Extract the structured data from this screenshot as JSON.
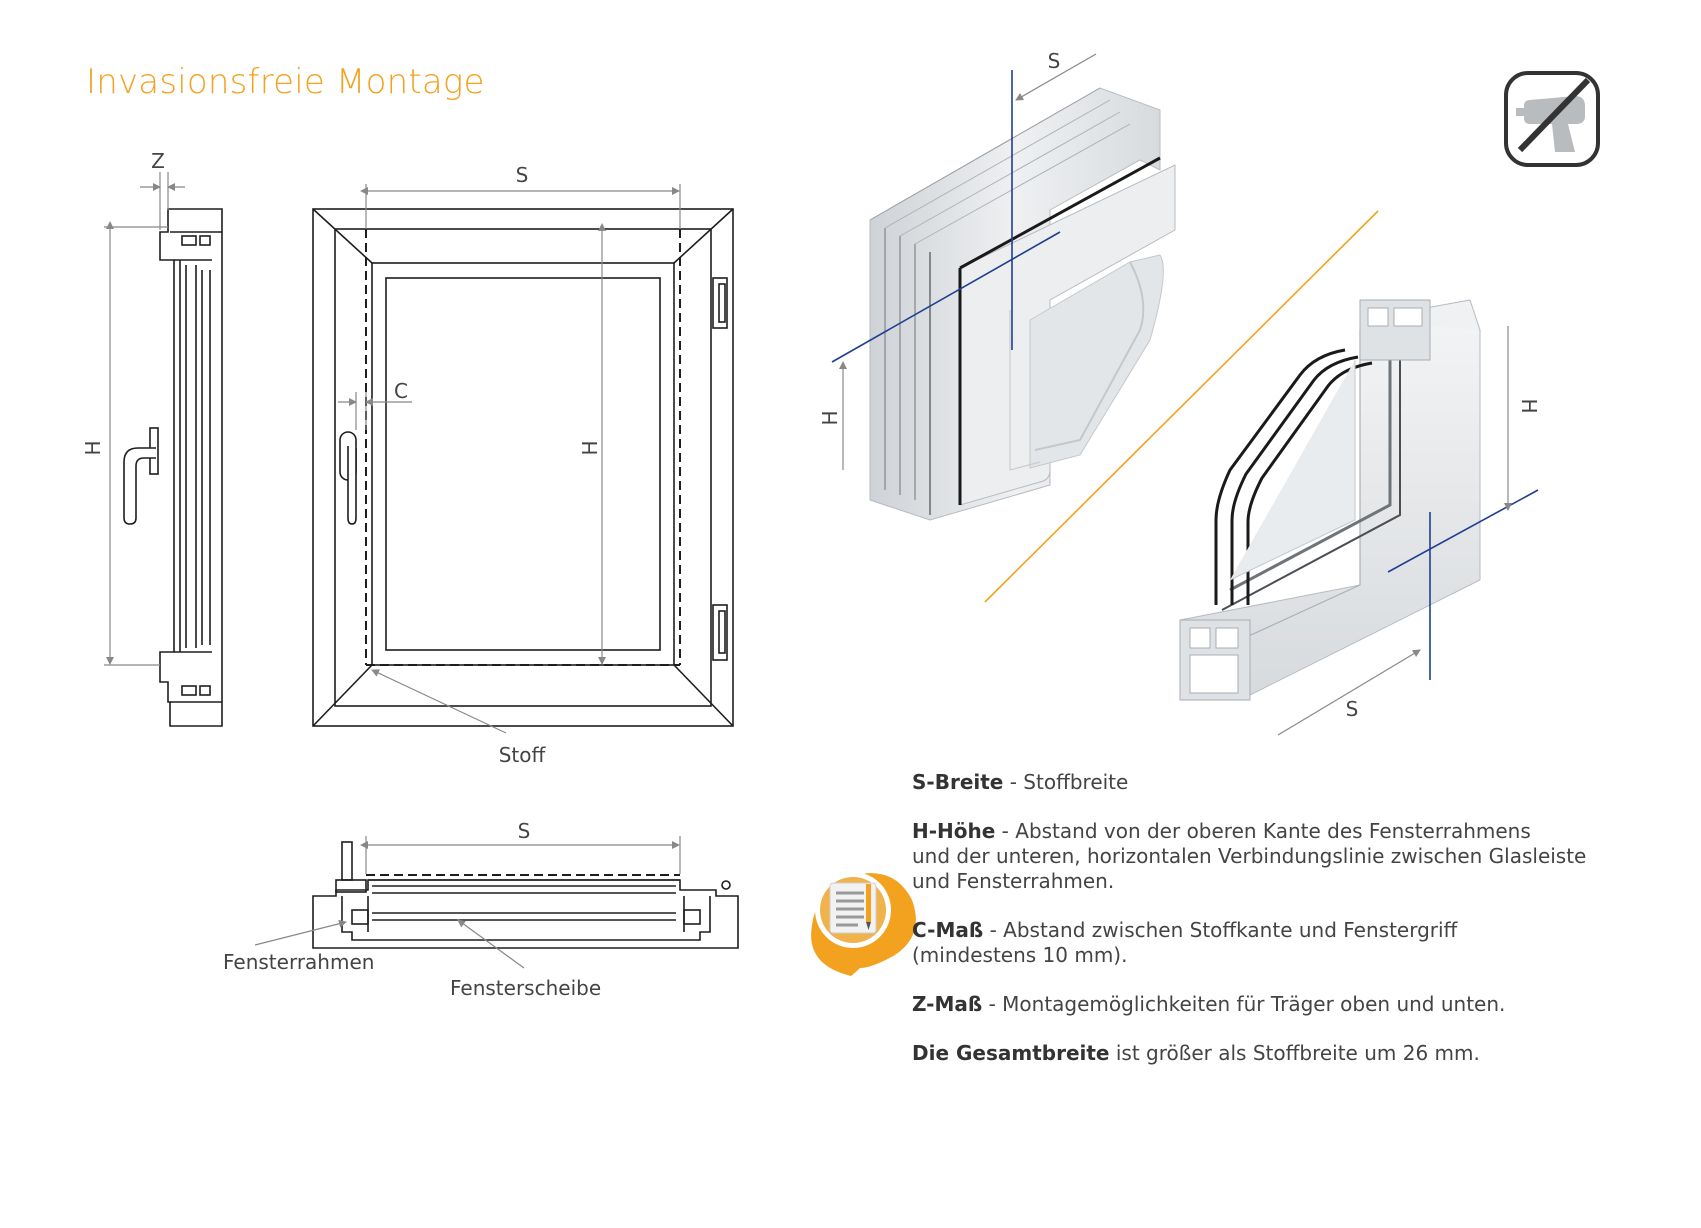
{
  "page": {
    "title": "Invasionsfreie Montage"
  },
  "colors": {
    "accent": "#f3a21f",
    "line": "#1e1e1e",
    "dim": "#888888",
    "blue": "#1f3f8f"
  },
  "dims": {
    "S": "S",
    "H": "H",
    "C": "C",
    "Z": "Z"
  },
  "labels": {
    "stoff": "Stoff",
    "fensterrahmen": "Fensterrahmen",
    "fensterscheibe": "Fensterscheibe"
  },
  "icons": {
    "no_drill": "drill-crossed-icon",
    "instruction": "instruction-sheet-icon"
  },
  "text": {
    "s_term": "S-Breite",
    "s_desc": " - Stoffbreite",
    "h_term": "H-Höhe",
    "h_desc_1": " - Abstand von der oberen Kante des Fensterrahmens",
    "h_desc_2": "und der unteren, horizontalen Verbindungslinie zwischen Glasleiste",
    "h_desc_3": "und Fensterrahmen.",
    "c_term": "C-Maß",
    "c_desc_1": " - Abstand zwischen Stoffkante und Fenstergriff",
    "c_desc_2": "(mindestens 10 mm).",
    "z_term": "Z-Maß",
    "z_desc": " - Montagemöglichkeiten für Träger oben und unten.",
    "g_term": "Die Gesamtbreite",
    "g_desc": " ist größer als Stoffbreite um 26 mm."
  }
}
